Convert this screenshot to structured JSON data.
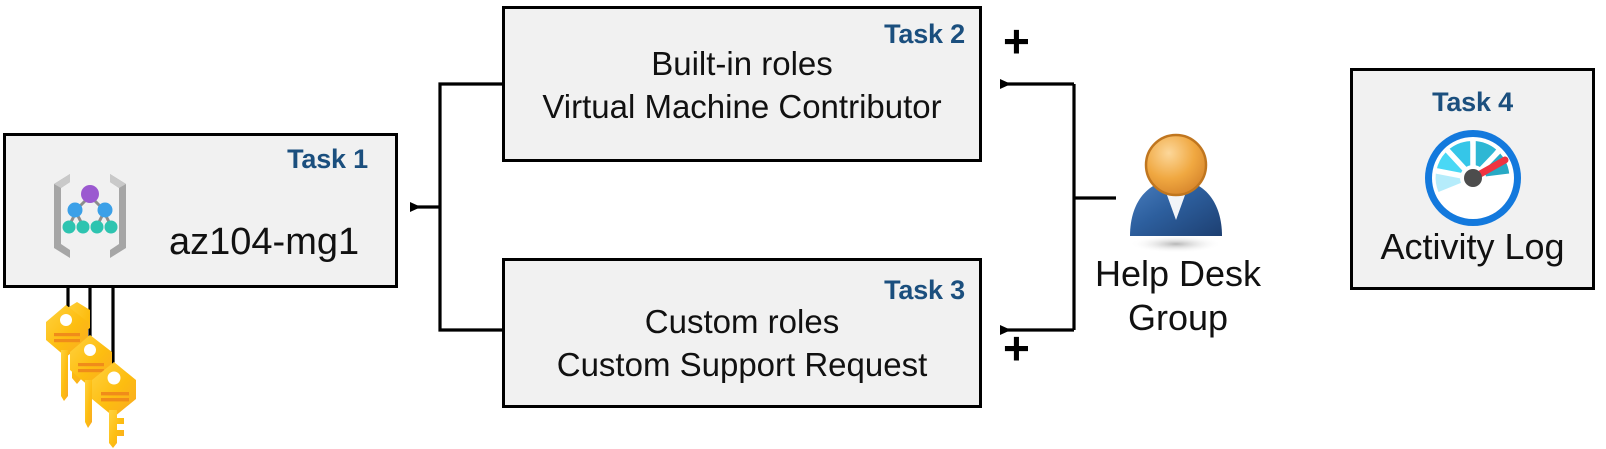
{
  "diagram": {
    "title": "Azure RBAC task diagram",
    "accent_label_color": "#1B4F7E",
    "box_fill": "#F1F1F1",
    "box_border": "#000000"
  },
  "task1": {
    "label": "Task 1",
    "title": "az104-mg1",
    "icon": "management-group-icon"
  },
  "task2": {
    "label": "Task 2",
    "line1": "Built-in roles",
    "line2": "Virtual Machine Contributor"
  },
  "task3": {
    "label": "Task 3",
    "line1": "Custom roles",
    "line2": "Custom Support Request"
  },
  "task4": {
    "label": "Task 4",
    "caption": "Activity Log",
    "icon": "gauge-icon"
  },
  "actor": {
    "icon": "user-group-icon",
    "line1": "Help Desk",
    "line2": "Group"
  },
  "operators": {
    "plus_top": "+",
    "plus_bottom": "+"
  },
  "keys": {
    "icon": "key-icon",
    "count": 3
  }
}
